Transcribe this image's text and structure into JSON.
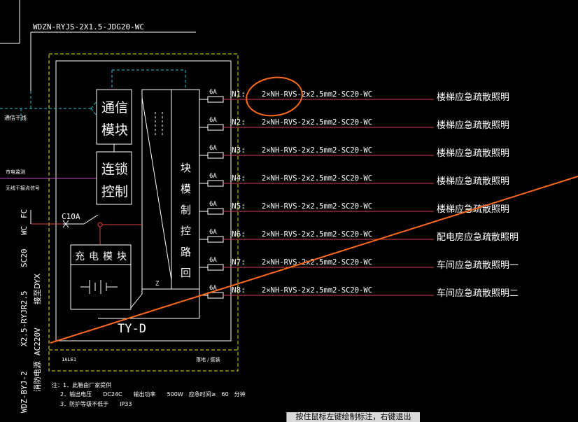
{
  "main_feeder": "WDZN-RYJS-2X1.5-JDG20-WC",
  "signal_line_label": "通信干线",
  "city_power_label": "市电监测",
  "fire_signal_label": "无线干接点信号",
  "comm_module": [
    "通信",
    "模块"
  ],
  "interlock_module": [
    "连锁",
    "控制"
  ],
  "charge_module": "充电模块",
  "breaker_label": "C10A",
  "panel_model": "TY-D",
  "busbar_chars": [
    "回",
    "路",
    "控",
    "制",
    "模",
    "块"
  ],
  "busbar_z": "Z",
  "incoming_cable": {
    "col1": "WDZ-BYJ-2",
    "col2": "X2.5-RYJR2.5",
    "col3": "SC20",
    "col4": "WC",
    "col5": "FC",
    "label1": "消防电源",
    "label2": "AC220V",
    "label3": "接至DYX"
  },
  "circuits": [
    {
      "id": "N1:",
      "rating": "6A",
      "cable": "2×NH-RVS-2x2.5mm2-SC20-WC",
      "load": "楼梯应急疏散照明"
    },
    {
      "id": "N2:",
      "rating": "6A",
      "cable": "2×NH-RVS-2x2.5mm2-SC20-WC",
      "load": "楼梯应急疏散照明"
    },
    {
      "id": "N3:",
      "rating": "6A",
      "cable": "2×NH-RVS-2x2.5mm2-SC20-WC",
      "load": "楼梯应急疏散照明"
    },
    {
      "id": "N4:",
      "rating": "6A",
      "cable": "2×NH-RVS-2x2.5mm2-SC20-WC",
      "load": "楼梯应急疏散照明"
    },
    {
      "id": "N5:",
      "rating": "6A",
      "cable": "2×NH-RVS-2x2.5mm2-SC20-WC",
      "load": "楼梯应急疏散照明"
    },
    {
      "id": "N6:",
      "rating": "6A",
      "cable": "2×NH-RVS-2x2.5mm2-SC20-WC",
      "load": "配电房应急疏散照明"
    },
    {
      "id": "N7:",
      "rating": "6A",
      "cable": "2×NH-RVS-2x2.5mm2-SC20-WC",
      "load": "车间应急疏散照明一"
    },
    {
      "id": "N8:",
      "rating": "6A",
      "cable": "2×NH-RVS-2x2.5mm2-SC20-WC",
      "load": "车间应急疏散照明二"
    }
  ],
  "panel_id": "1ALE1",
  "mounting": "落地 / 壁装",
  "notes": [
    "注：1．此箱由厂家提供",
    "2．输出电压　　DC24C　　输出功率　　500W　应急时间≥　60　分钟",
    "3．防护等级不低于　　IP33"
  ],
  "status_bar": "按住鼠标左键绘制标注，右键退出",
  "colors": {
    "background": "#000000",
    "line": "#ffffff",
    "yellow": "#e8e800",
    "cyan": "#29c4d8",
    "magenta": "#c050c0",
    "red": "#e04040",
    "orange": "#ff6a1a"
  }
}
